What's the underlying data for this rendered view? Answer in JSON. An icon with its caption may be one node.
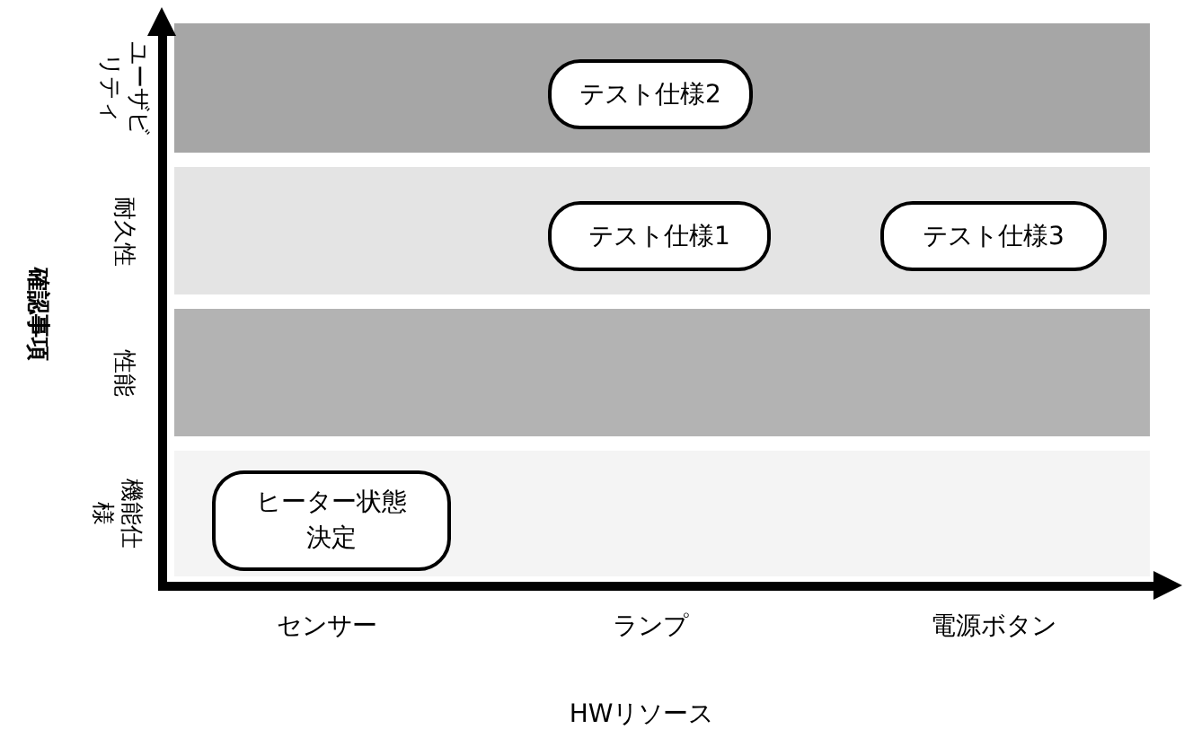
{
  "diagram": {
    "nodes": [
      {
        "text": [
          "ユーザビリティ"
        ]
      },
      {
        "text": [
          "耐久性"
        ]
      },
      {
        "text": [
          "性能"
        ]
      },
      {
        "text": [
          "機能仕様"
        ]
      },
      {
        "text": [
          "テスト仕様2"
        ],
        "in": 0
      },
      {
        "text": [
          "テスト仕様1"
        ],
        "in": 1
      },
      {
        "text": [
          "テスト仕様3"
        ],
        "in": 1
      },
      {
        "text": [
          "ヒーター状態決定"
        ],
        "in": 3
      }
    ],
    "labels": [
      "確認事項",
      "センサー",
      "ランプ",
      "電源ボタン",
      "HWリソース"
    ]
  }
}
